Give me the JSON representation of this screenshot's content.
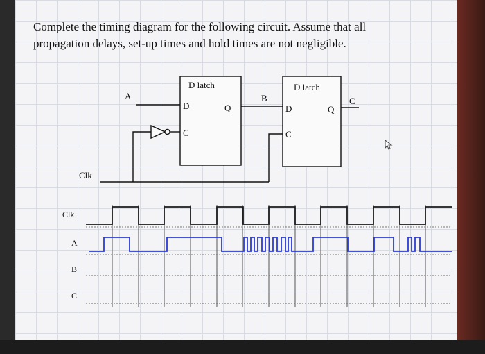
{
  "prompt": {
    "line1": "Complete the timing diagram for the following circuit. Assume that all",
    "line2": "propagation delays, set-up times and hold times are not negligible."
  },
  "circuit": {
    "latch1": {
      "title": "D latch",
      "d_pin": "D",
      "q_pin": "Q",
      "c_pin": "C"
    },
    "latch2": {
      "title": "D latch",
      "d_pin": "D",
      "q_pin": "Q",
      "c_pin": "C"
    },
    "input_label": "A",
    "mid_label": "B",
    "output_label": "C",
    "clock_label": "Clk",
    "inverter_icon": "not-gate-icon"
  },
  "timing": {
    "labels": {
      "clk": "Clk",
      "a": "A",
      "b": "B",
      "c": "C"
    },
    "colors": {
      "clk": "#1a1a1a",
      "a": "#2b3bd6",
      "grid": "#555555"
    }
  }
}
